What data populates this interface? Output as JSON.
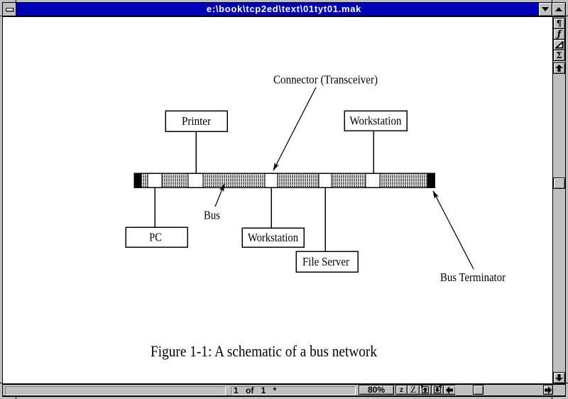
{
  "window": {
    "title": "e:\\book\\tcp2ed\\text\\01tyt01.mak",
    "control_menu_icon": "window-menu-bar",
    "minimize_icon": "down-triangle",
    "maximize_icon": "up-triangle",
    "title_bar_color": "#0000bb",
    "chrome_color": "#c0c0c0",
    "shadow_color": "#808080"
  },
  "side_toolbar": {
    "buttons": [
      {
        "label": "¶",
        "icon": "pilcrow-icon"
      },
      {
        "label": "ƒ",
        "icon": "function-icon"
      },
      {
        "label": "",
        "icon": "triangle-icon"
      },
      {
        "label": "Σ",
        "icon": "sigma-icon"
      }
    ]
  },
  "vertical_scrollbar": {
    "up_icon": "up-arrow",
    "down_icon": "down-arrow"
  },
  "status_bar": {
    "message": "",
    "page_indicator": "1 of 1 *",
    "zoom_level": "80%",
    "zoom_small_label": "z",
    "zoom_large_label": "Z",
    "page_up_icon": "page-up",
    "page_down_icon": "page-down",
    "scroll_left_icon": "left-arrow",
    "scroll_right_icon": "right-arrow"
  },
  "diagram": {
    "caption": "Figure 1-1: A schematic of a bus network",
    "annotations": {
      "connector": "Connector (Transceiver)",
      "bus": "Bus",
      "terminator": "Bus Terminator"
    },
    "nodes": [
      {
        "label": "Printer"
      },
      {
        "label": "Workstation"
      },
      {
        "label": "PC"
      },
      {
        "label": "Workstation"
      },
      {
        "label": "File Server"
      }
    ]
  }
}
